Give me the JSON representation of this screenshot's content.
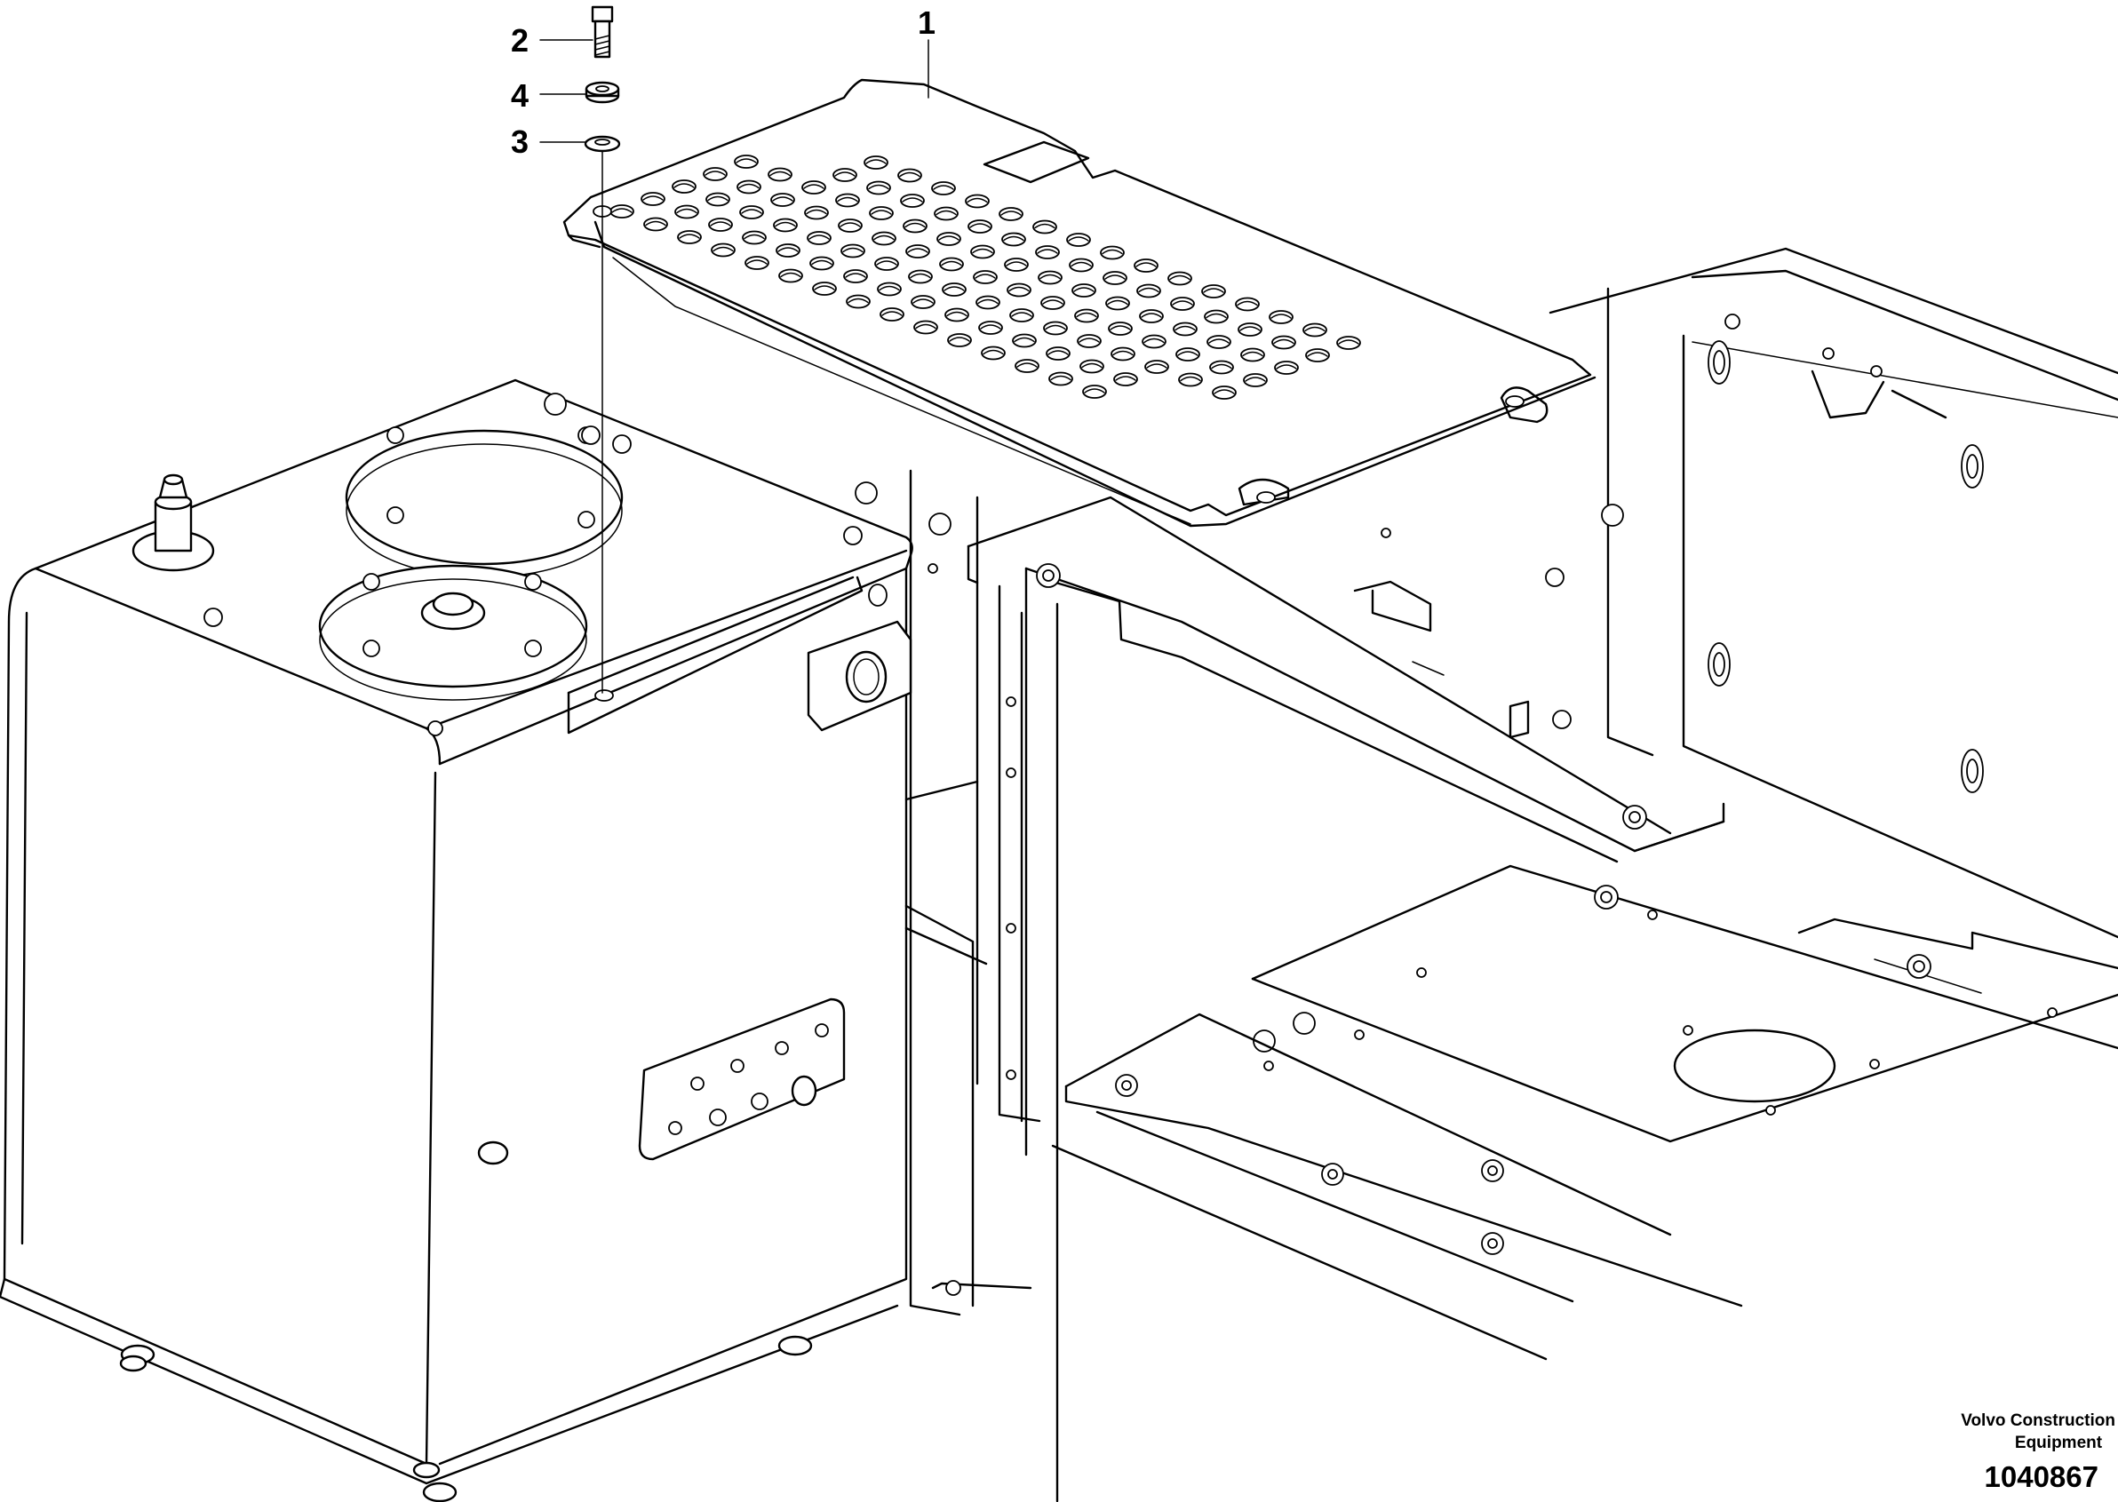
{
  "callouts": [
    {
      "number": "1",
      "part": "cover-plate"
    },
    {
      "number": "2",
      "part": "bolt"
    },
    {
      "number": "4",
      "part": "spacer"
    },
    {
      "number": "3",
      "part": "washer"
    }
  ],
  "brand": {
    "line1": "Volvo Construction",
    "line2": "Equipment"
  },
  "drawing_number": "1040867"
}
